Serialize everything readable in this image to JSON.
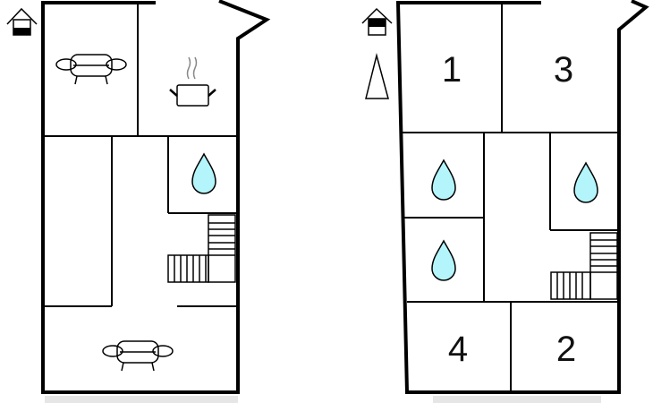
{
  "colors": {
    "wall": "#000000",
    "water": "#b3f5fb",
    "shadow": "#e6e6e6"
  },
  "ground_floor": {
    "rooms": [
      {
        "icon": "sofa-icon"
      },
      {
        "icon": "cooking-pot-icon"
      },
      {
        "icon": "water-drop-icon"
      },
      {
        "icon": "stairs-icon"
      },
      {
        "icon": "sofa-icon"
      }
    ],
    "floor_icon": "house-lower-floor-icon"
  },
  "upper_floor": {
    "bedrooms": [
      {
        "label": "1"
      },
      {
        "label": "3"
      },
      {
        "label": "4"
      },
      {
        "label": "2"
      }
    ],
    "floor_icon": "house-upper-floor-icon",
    "compass_icon": "north-arrow-icon"
  }
}
